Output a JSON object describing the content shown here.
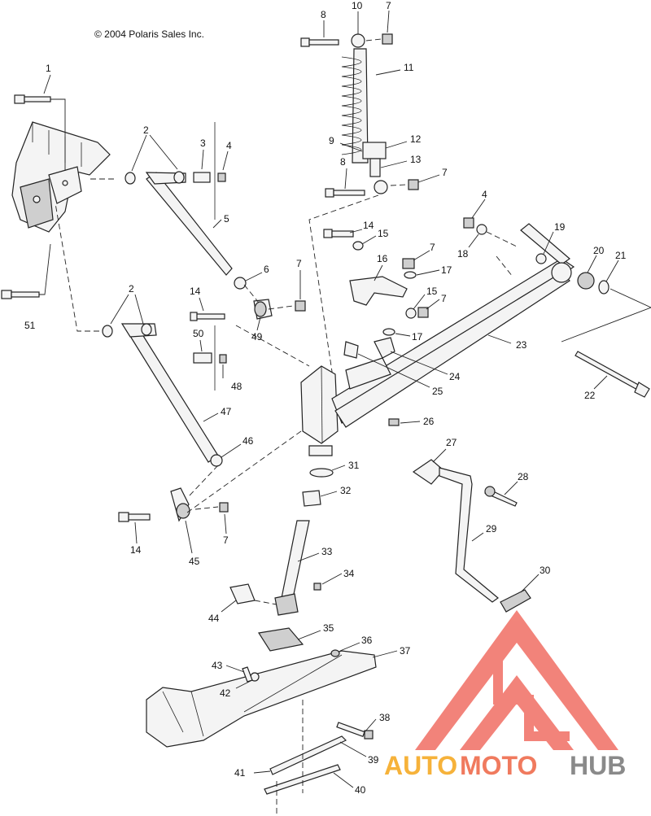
{
  "diagram": {
    "copyright": "© 2004 Polaris Sales Inc.",
    "callouts": [
      "1",
      "2",
      "3",
      "4",
      "5",
      "6",
      "7",
      "8",
      "9",
      "10",
      "11",
      "12",
      "13",
      "14",
      "15",
      "16",
      "17",
      "18",
      "19",
      "20",
      "21",
      "22",
      "23",
      "24",
      "25",
      "26",
      "27",
      "28",
      "29",
      "30",
      "31",
      "32",
      "33",
      "34",
      "35",
      "36",
      "37",
      "38",
      "39",
      "40",
      "41",
      "42",
      "43",
      "44",
      "45",
      "46",
      "47",
      "48",
      "49",
      "50",
      "51"
    ]
  },
  "watermark": {
    "word_auto": "AUTO",
    "word_moto": "MOTO",
    "word_hub": "HUB",
    "colors": {
      "auto": "#f6b23a",
      "moto": "#f07a5e",
      "hub": "#8a8a8a",
      "logo": "#f0655a"
    }
  }
}
